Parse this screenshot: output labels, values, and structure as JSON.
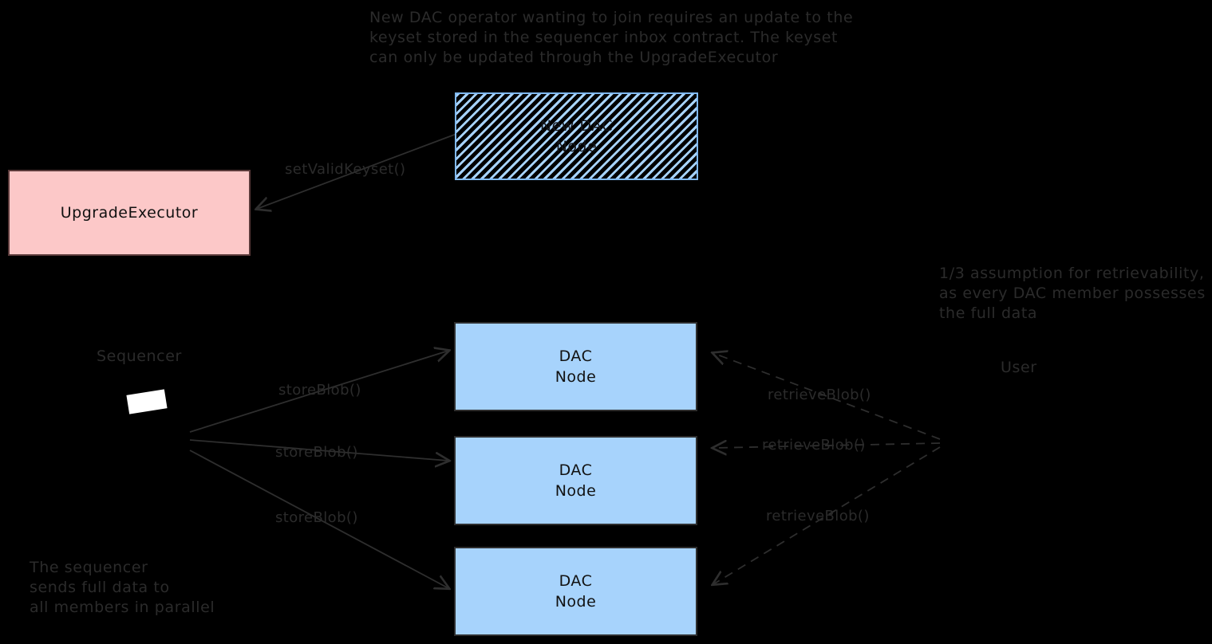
{
  "diagram": {
    "title_annotation": "New DAC operator wanting to join requires an update to the\nkeyset stored in the sequencer inbox contract. The keyset\ncan only be updated through the UpgradeExecutor",
    "retrievability_annotation": "1/3 assumption for retrievability,\nas every DAC member possesses\nthe full data",
    "parallel_annotation": "The sequencer\nsends full data to\nall members in parallel",
    "colors": {
      "background": "#000000",
      "dac_node_fill": "#a7d3fc",
      "dac_node_border": "#2e2e2e",
      "upgrade_executor_fill": "#fcc8c8",
      "upgrade_executor_border": "#5a3a3a",
      "hatch_line": "#a7d3fc",
      "text": "#2b2b2b",
      "edge": "#2e2e2e"
    },
    "nodes": {
      "new_dac_node": "New DAC\nNode",
      "upgrade_executor": "UpgradeExecutor",
      "dac_node_1": "DAC\nNode",
      "dac_node_2": "DAC\nNode",
      "dac_node_3": "DAC\nNode"
    },
    "actors": {
      "sequencer": "Sequencer",
      "user": "User"
    },
    "edges": {
      "set_valid_keyset": "setValidKeyset()",
      "store_blob_1": "storeBlob()",
      "store_blob_2": "storeBlob()",
      "store_blob_3": "storeBlob()",
      "retrieve_blob_1": "retrieveBlob()",
      "retrieve_blob_2": "retrieveBlob()",
      "retrieve_blob_3": "retrieveBlob()"
    }
  }
}
